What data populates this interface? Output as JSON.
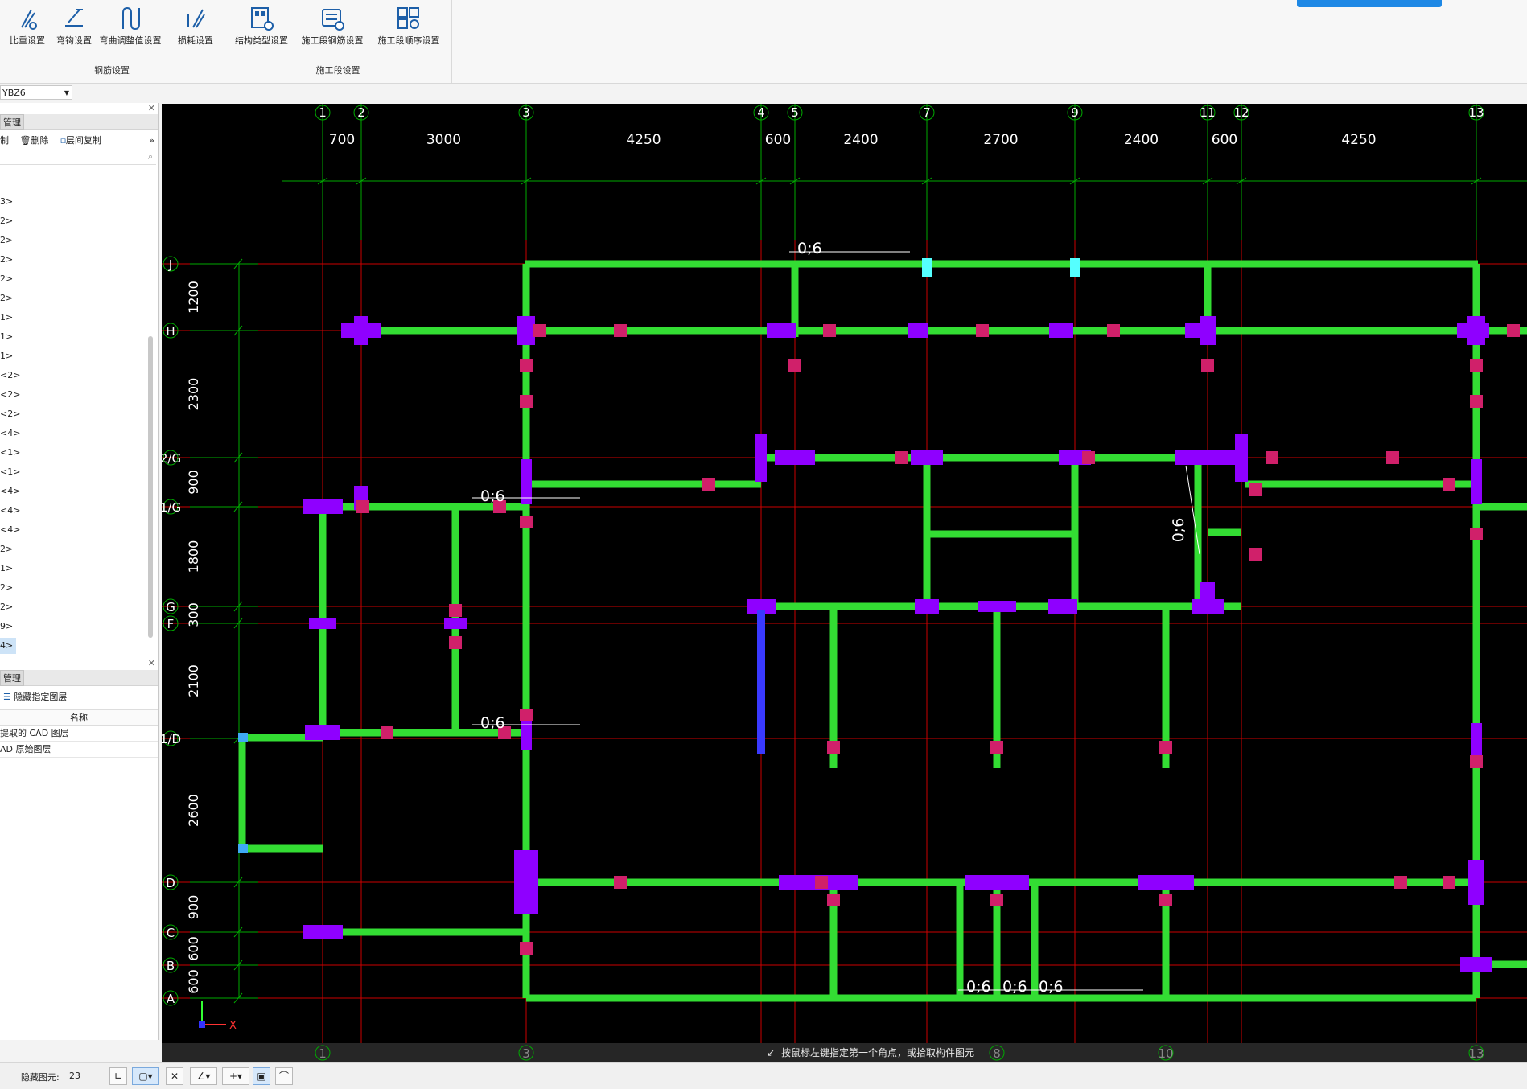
{
  "ribbon": {
    "rebar_buttons": [
      "比重设置",
      "弯钩设置",
      "弯曲调整值设置",
      "损耗设置"
    ],
    "rebar_group": "钢筋设置",
    "stage_buttons": [
      "结构类型设置",
      "施工段钢筋设置",
      "施工段顺序设置"
    ],
    "stage_group": "施工段设置"
  },
  "combo": {
    "value": "YBZ6"
  },
  "floor_panel": {
    "title": "管理",
    "toolbar": {
      "copy": "制",
      "delete": "删除",
      "layer_copy": "层间复制"
    },
    "items": [
      "3>",
      "2>",
      "2>",
      "2>",
      "2>",
      "2>",
      "1>",
      "1>",
      "1>",
      "<2>",
      "<2>",
      "<2>",
      "<4>",
      "<1>",
      "<1>",
      "<4>",
      "<4>",
      "<4>",
      "2>",
      "1>",
      "2>",
      "2>",
      "9>",
      "4>"
    ],
    "selected_index": 23
  },
  "layer_panel": {
    "title": "管理",
    "hide_label": "隐藏指定图层",
    "column_header": "名称",
    "rows": [
      "提取的 CAD 图层",
      "AD 原始图层"
    ]
  },
  "drawing": {
    "top_axes": [
      "1",
      "2",
      "3",
      "4",
      "5",
      "7",
      "9",
      "11",
      "12",
      "13"
    ],
    "top_dims": [
      "700",
      "3000",
      "4250",
      "600",
      "2400",
      "2700",
      "2400",
      "600",
      "4250"
    ],
    "left_axes": [
      "J",
      "H",
      "2/G",
      "1/G",
      "G",
      "F",
      "1/D",
      "D",
      "C",
      "B",
      "A"
    ],
    "left_dims": [
      "1200",
      "2300",
      "900",
      "1800",
      "300",
      "2100",
      "2600",
      "900",
      "600",
      "600"
    ],
    "annotations": [
      "0;6",
      "0;6",
      "0;6",
      "0;6",
      "0;6",
      "0;6",
      "0;6"
    ],
    "bottom_axes": [
      "1",
      "3",
      "8",
      "10",
      "13"
    ],
    "axis_x_label": "X",
    "colors": {
      "wall": "#33dd33",
      "column": "#8f00ff",
      "joint": "#d0206a",
      "grid": "#cc0000",
      "axis": "#00aa00",
      "selected": "#3a3aff"
    }
  },
  "status": {
    "prompt": "按鼠标左键指定第一个角点，或拾取构件图元"
  },
  "bottombar": {
    "hidden_label": "隐藏图元:",
    "hidden_count": "23"
  }
}
